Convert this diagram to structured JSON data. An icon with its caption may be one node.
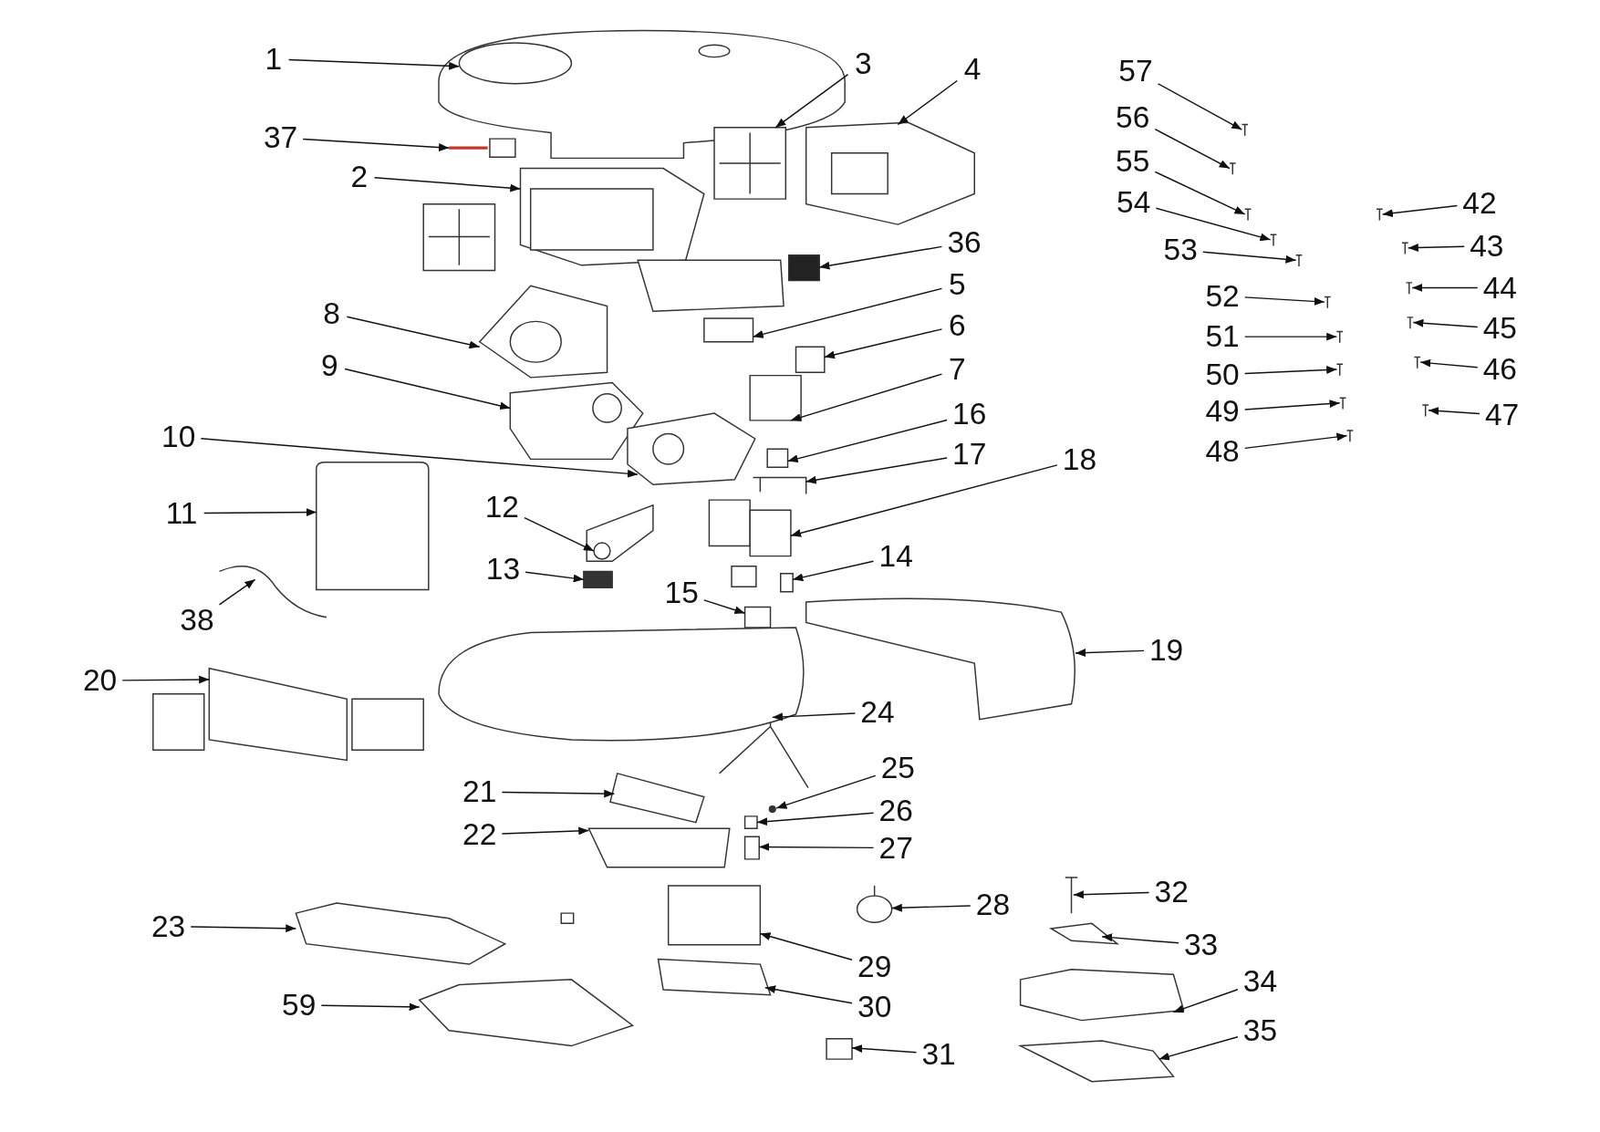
{
  "diagram": {
    "nodes": [
      {
        "text": [
          "1"
        ]
      },
      {
        "text": [
          "37"
        ]
      },
      {
        "text": [
          "2"
        ]
      },
      {
        "text": [
          "3"
        ]
      },
      {
        "text": [
          "4"
        ]
      },
      {
        "text": [
          "36"
        ]
      },
      {
        "text": [
          "5"
        ]
      },
      {
        "text": [
          "6"
        ]
      },
      {
        "text": [
          "8"
        ]
      },
      {
        "text": [
          "7"
        ]
      },
      {
        "text": [
          "9"
        ]
      },
      {
        "text": [
          "16"
        ]
      },
      {
        "text": [
          "17"
        ]
      },
      {
        "text": [
          "10"
        ]
      },
      {
        "text": [
          "18"
        ]
      },
      {
        "text": [
          "11"
        ]
      },
      {
        "text": [
          "12"
        ]
      },
      {
        "text": [
          "13"
        ]
      },
      {
        "text": [
          "14"
        ]
      },
      {
        "text": [
          "15"
        ]
      },
      {
        "text": [
          "38"
        ]
      },
      {
        "text": [
          "20"
        ]
      },
      {
        "text": [
          "19"
        ]
      },
      {
        "text": [
          "24"
        ]
      },
      {
        "text": [
          "25"
        ]
      },
      {
        "text": [
          "21"
        ]
      },
      {
        "text": [
          "26"
        ]
      },
      {
        "text": [
          "22"
        ]
      },
      {
        "text": [
          "27"
        ]
      },
      {
        "text": [
          "32"
        ]
      },
      {
        "text": [
          "28"
        ]
      },
      {
        "text": [
          "23"
        ]
      },
      {
        "text": [
          "33"
        ]
      },
      {
        "text": [
          "29"
        ]
      },
      {
        "text": [
          "34"
        ]
      },
      {
        "text": [
          "59"
        ]
      },
      {
        "text": [
          "30"
        ]
      },
      {
        "text": [
          "35"
        ]
      },
      {
        "text": [
          "31"
        ]
      },
      {
        "text": [
          "57"
        ]
      },
      {
        "text": [
          "56"
        ]
      },
      {
        "text": [
          "55"
        ]
      },
      {
        "text": [
          "54"
        ]
      },
      {
        "text": [
          "53"
        ]
      },
      {
        "text": [
          "52"
        ]
      },
      {
        "text": [
          "51"
        ]
      },
      {
        "text": [
          "50"
        ]
      },
      {
        "text": [
          "49"
        ]
      },
      {
        "text": [
          "48"
        ]
      },
      {
        "text": [
          "42"
        ]
      },
      {
        "text": [
          "43"
        ]
      },
      {
        "text": [
          "44"
        ]
      },
      {
        "text": [
          "45"
        ]
      },
      {
        "text": [
          "46"
        ]
      },
      {
        "text": [
          "47"
        ]
      },
      {
        "text": [],
        "shape": "box"
      },
      {
        "text": [],
        "shape": "box"
      },
      {
        "text": [],
        "shape": "box"
      },
      {
        "text": [],
        "shape": "box"
      },
      {
        "text": [],
        "shape": "box"
      },
      {
        "text": [],
        "shape": "box"
      },
      {
        "text": [],
        "shape": "box"
      },
      {
        "text": [],
        "shape": "box"
      },
      {
        "text": [],
        "shape": "box"
      },
      {
        "text": [],
        "shape": "box"
      },
      {
        "text": [],
        "shape": "box"
      },
      {
        "text": [],
        "shape": "box"
      },
      {
        "text": [],
        "shape": "line"
      },
      {
        "text": [],
        "shape": "box"
      },
      {
        "text": [],
        "shape": "box"
      },
      {
        "text": [],
        "shape": "box"
      },
      {
        "text": [],
        "shape": "box"
      },
      {
        "text": [],
        "shape": "box"
      },
      {
        "text": [],
        "shape": "box"
      },
      {
        "text": [],
        "shape": "box"
      },
      {
        "text": [],
        "shape": "line"
      },
      {
        "text": [],
        "shape": "box"
      },
      {
        "text": [],
        "shape": "box"
      },
      {
        "text": [],
        "shape": "line"
      },
      {
        "text": [],
        "shape": "circle"
      },
      {
        "text": [],
        "shape": "box"
      },
      {
        "text": [],
        "shape": "box"
      },
      {
        "text": [],
        "shape": "box"
      },
      {
        "text": [],
        "shape": "box"
      },
      {
        "text": [],
        "shape": "line"
      },
      {
        "text": [],
        "shape": "circle"
      },
      {
        "text": [],
        "shape": "box"
      },
      {
        "text": [],
        "shape": "box"
      },
      {
        "text": [],
        "shape": "box"
      },
      {
        "text": [],
        "shape": "box"
      },
      {
        "text": [],
        "shape": "box"
      },
      {
        "text": [],
        "shape": "box"
      },
      {
        "text": [],
        "shape": "box"
      },
      {
        "text": [],
        "shape": "box"
      },
      {
        "text": [],
        "shape": "line"
      },
      {
        "text": [],
        "shape": "line"
      },
      {
        "text": [],
        "shape": "line"
      },
      {
        "text": [],
        "shape": "line"
      },
      {
        "text": [],
        "shape": "line"
      },
      {
        "text": [],
        "shape": "line"
      },
      {
        "text": [],
        "shape": "line"
      },
      {
        "text": [],
        "shape": "line"
      },
      {
        "text": [],
        "shape": "line"
      },
      {
        "text": [],
        "shape": "line"
      },
      {
        "text": [],
        "shape": "line"
      },
      {
        "text": [],
        "shape": "line"
      },
      {
        "text": [],
        "shape": "line"
      },
      {
        "text": [],
        "shape": "line"
      },
      {
        "text": [],
        "shape": "line"
      },
      {
        "text": [],
        "shape": "line"
      },
      {
        "text": [],
        "shape": "box"
      },
      {
        "text": [],
        "shape": "box"
      },
      {
        "text": [],
        "shape": "box"
      },
      {
        "text": [],
        "shape": "box"
      },
      {
        "text": [],
        "shape": "box"
      }
    ],
    "edges": [
      {
        "from": 0,
        "to": 55,
        "arrow": "to"
      },
      {
        "from": 1,
        "to": 56,
        "arrow": "to"
      },
      {
        "from": 2,
        "to": 57,
        "arrow": "to"
      },
      {
        "from": 3,
        "to": 58,
        "arrow": "to"
      },
      {
        "from": 4,
        "to": 59,
        "arrow": "to"
      },
      {
        "from": 5,
        "to": 60,
        "arrow": "to"
      },
      {
        "from": 6,
        "to": 61,
        "arrow": "to"
      },
      {
        "from": 7,
        "to": 62,
        "arrow": "to"
      },
      {
        "from": 8,
        "to": 63,
        "arrow": "to"
      },
      {
        "from": 9,
        "to": 64,
        "arrow": "to"
      },
      {
        "from": 10,
        "to": 65,
        "arrow": "to"
      },
      {
        "from": 11,
        "to": 66,
        "arrow": "to"
      },
      {
        "from": 12,
        "to": 67,
        "arrow": "to"
      },
      {
        "from": 13,
        "to": 68,
        "arrow": "to"
      },
      {
        "from": 14,
        "to": 69,
        "arrow": "to"
      },
      {
        "from": 15,
        "to": 70,
        "arrow": "to"
      },
      {
        "from": 16,
        "to": 71,
        "arrow": "to"
      },
      {
        "from": 17,
        "to": 72,
        "arrow": "to"
      },
      {
        "from": 18,
        "to": 73,
        "arrow": "to"
      },
      {
        "from": 19,
        "to": 74,
        "arrow": "to"
      },
      {
        "from": 20,
        "to": 75,
        "arrow": "to"
      },
      {
        "from": 21,
        "to": 76,
        "arrow": "to"
      },
      {
        "from": 22,
        "to": 77,
        "arrow": "to"
      },
      {
        "from": 23,
        "to": 78,
        "arrow": "to"
      },
      {
        "from": 24,
        "to": 79,
        "arrow": "to"
      },
      {
        "from": 25,
        "to": 80,
        "arrow": "to"
      },
      {
        "from": 26,
        "to": 81,
        "arrow": "to"
      },
      {
        "from": 27,
        "to": 82,
        "arrow": "to"
      },
      {
        "from": 28,
        "to": 83,
        "arrow": "to"
      },
      {
        "from": 29,
        "to": 84,
        "arrow": "to"
      },
      {
        "from": 30,
        "to": 85,
        "arrow": "to"
      },
      {
        "from": 31,
        "to": 86,
        "arrow": "to"
      },
      {
        "from": 32,
        "to": 87,
        "arrow": "to"
      },
      {
        "from": 33,
        "to": 88,
        "arrow": "to"
      },
      {
        "from": 34,
        "to": 89,
        "arrow": "to"
      },
      {
        "from": 35,
        "to": 90,
        "arrow": "to"
      },
      {
        "from": 36,
        "to": 91,
        "arrow": "to"
      },
      {
        "from": 37,
        "to": 92,
        "arrow": "to"
      },
      {
        "from": 38,
        "to": 93,
        "arrow": "to"
      },
      {
        "from": 39,
        "to": 94,
        "arrow": "to"
      },
      {
        "from": 40,
        "to": 95,
        "arrow": "to"
      },
      {
        "from": 41,
        "to": 96,
        "arrow": "to"
      },
      {
        "from": 42,
        "to": 97,
        "arrow": "to"
      },
      {
        "from": 43,
        "to": 98,
        "arrow": "to"
      },
      {
        "from": 44,
        "to": 99,
        "arrow": "to"
      },
      {
        "from": 45,
        "to": 100,
        "arrow": "to"
      },
      {
        "from": 46,
        "to": 101,
        "arrow": "to"
      },
      {
        "from": 47,
        "to": 102,
        "arrow": "to"
      },
      {
        "from": 48,
        "to": 103,
        "arrow": "to"
      },
      {
        "from": 49,
        "to": 104,
        "arrow": "to"
      },
      {
        "from": 50,
        "to": 105,
        "arrow": "to"
      },
      {
        "from": 51,
        "to": 106,
        "arrow": "to"
      },
      {
        "from": 52,
        "to": 107,
        "arrow": "to"
      },
      {
        "from": 53,
        "to": 108,
        "arrow": "to"
      },
      {
        "from": 54,
        "to": 109,
        "arrow": "to"
      }
    ]
  }
}
